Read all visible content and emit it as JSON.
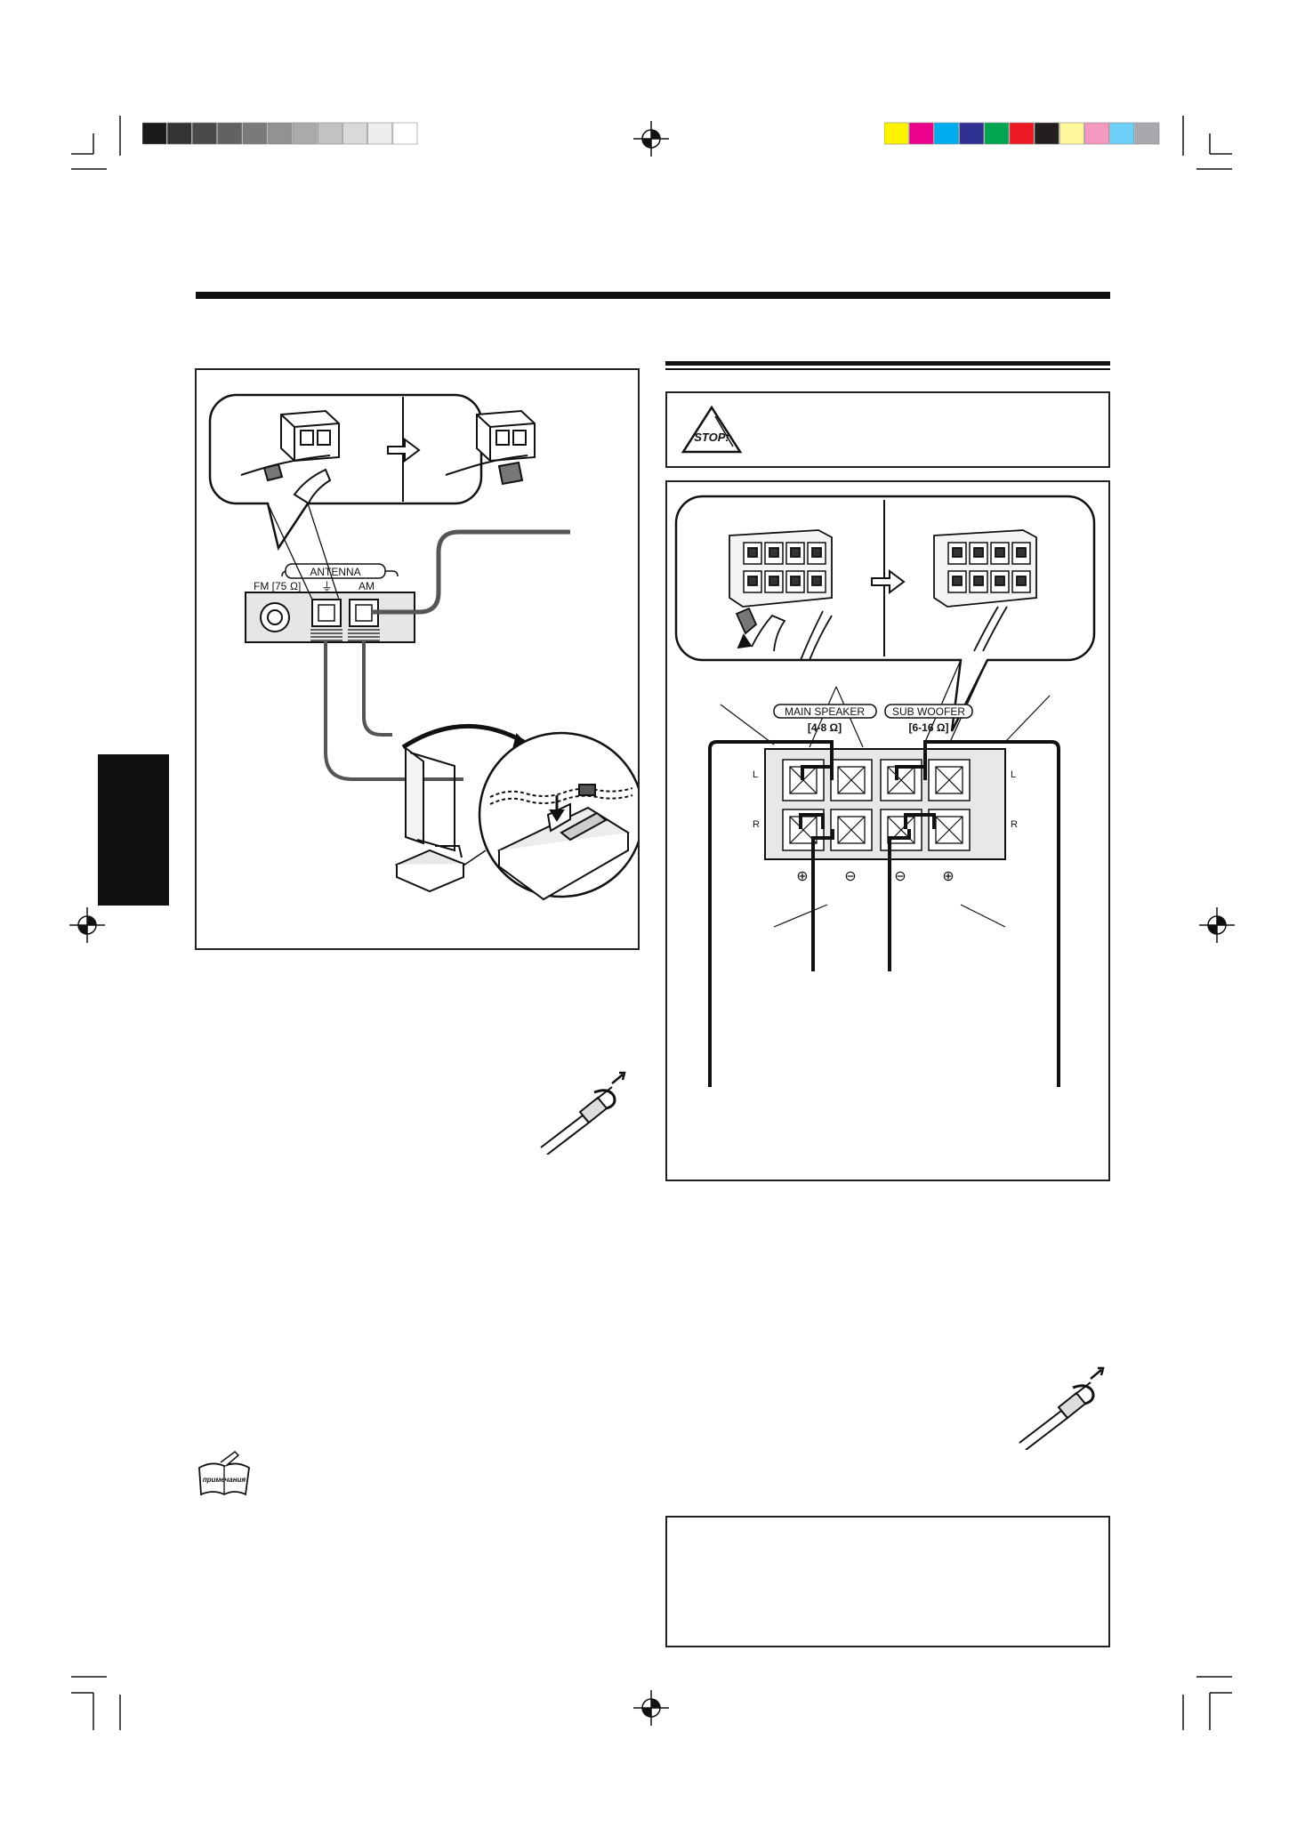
{
  "colors": {
    "ink": "#111111",
    "grey_bar": [
      "#1a1a1a",
      "#333333",
      "#4a4a4a",
      "#626262",
      "#7a7a7a",
      "#929292",
      "#aaaaaa",
      "#c2c2c2",
      "#d9d9d9",
      "#eeeeee",
      "#ffffff"
    ],
    "color_bar": [
      "#fff200",
      "#ec008c",
      "#00aeef",
      "#2e3192",
      "#00a651",
      "#ed1c24",
      "#231f20",
      "#fff799",
      "#f49ac1",
      "#6dcff6",
      "#a7a9ac"
    ]
  },
  "antenna": {
    "group_label": "ANTENNA",
    "fm_label": "FM [75",
    "fm_unit": "Ω]",
    "ground_symbol": "⏚",
    "am_label": "AM"
  },
  "speaker": {
    "main_label": "MAIN SPEAKER",
    "main_range": "[4-8 Ω]",
    "sub_label": "SUB WOOFER",
    "sub_range": "[6-16 Ω]",
    "left_label": "L",
    "right_label": "R",
    "polarity": [
      "⊕",
      "⊖",
      "⊖",
      "⊕"
    ]
  },
  "stop_label": "STOP!",
  "note_label": "примечания"
}
